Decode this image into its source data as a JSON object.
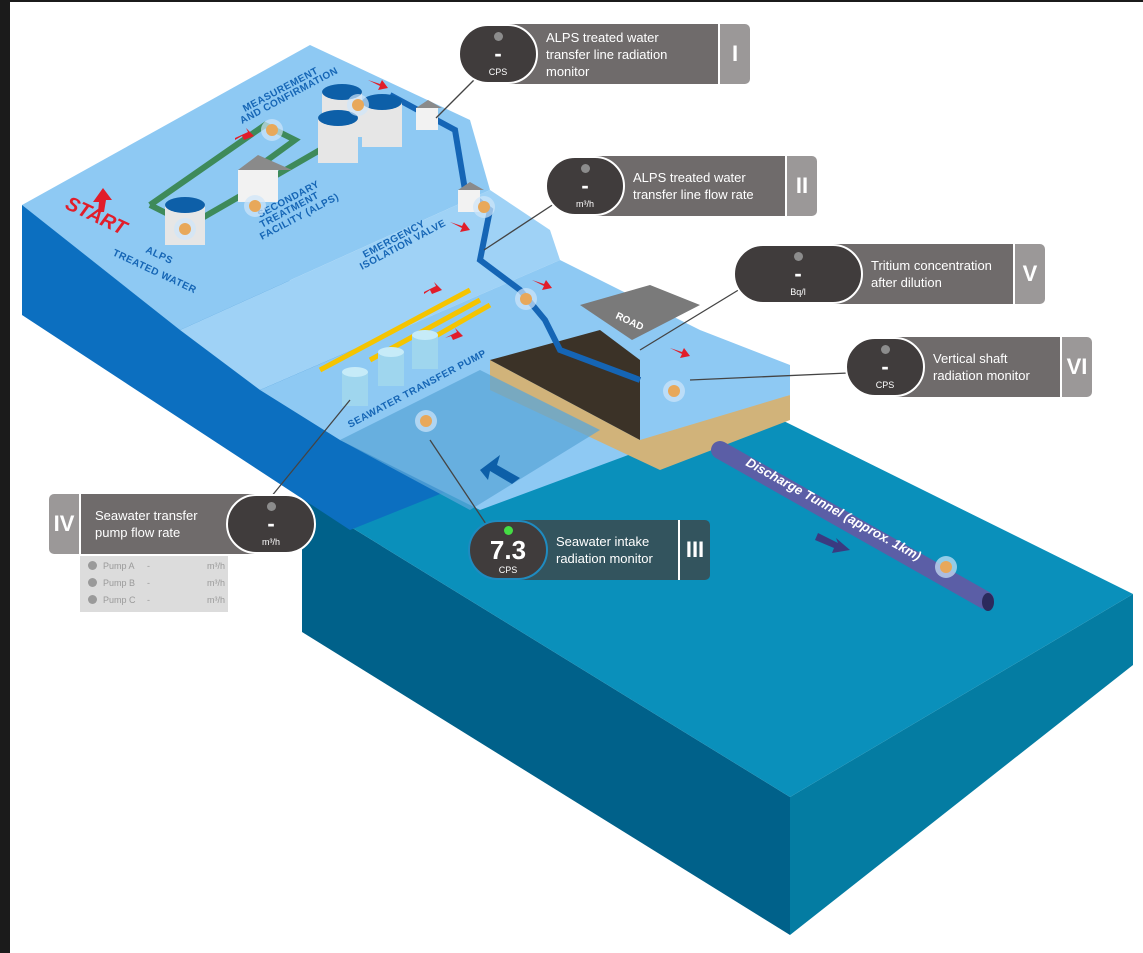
{
  "diagram": {
    "labels": {
      "start": "START",
      "alps_treated_water": [
        "ALPS",
        "TREATED WATER"
      ],
      "measurement": [
        "MEASUREMENT",
        "AND CONFIRMATION"
      ],
      "secondary_treatment": [
        "SECONDARY",
        "TREATMENT",
        "FACILITY (ALPS)"
      ],
      "emergency_valve": [
        "EMERGENCY",
        "ISOLATION VALVE"
      ],
      "seawater_pump": "SEAWATER TRANSFER PUMP",
      "road": "ROAD",
      "discharge_tunnel": "Discharge Tunnel (approx. 1km)"
    },
    "colors": {
      "land_top": "#8ec9f3",
      "land_side": "#0c6fc0",
      "sea_top": "#0a90bb",
      "sea_left": "#00618a",
      "sea_right": "#047ca2",
      "pipe_blue": "#1565b5",
      "pipe_green": "#3e8a5a",
      "pipe_yellow": "#f5c400",
      "arrow_red": "#e11d2a",
      "tunnel": "#5b5ea6",
      "road": "#7a7a7a",
      "sensor": "#e8a85a"
    }
  },
  "monitors": [
    {
      "id": "I",
      "value": "-",
      "unit": "CPS",
      "title": "ALPS treated water transfer line radiation monitor",
      "status": "inactive"
    },
    {
      "id": "II",
      "value": "-",
      "unit": "m³/h",
      "title": "ALPS treated water transfer line flow rate",
      "status": "inactive"
    },
    {
      "id": "III",
      "value": "7.3",
      "unit": "CPS",
      "title": "Seawater intake radiation monitor",
      "status": "active"
    },
    {
      "id": "IV",
      "value": "-",
      "unit": "m³/h",
      "title": "Seawater transfer pump flow rate",
      "status": "inactive"
    },
    {
      "id": "V",
      "value": "-",
      "unit": "Bq/l",
      "title": "Tritium concentration after dilution",
      "status": "inactive"
    },
    {
      "id": "VI",
      "value": "-",
      "unit": "CPS",
      "title": "Vertical shaft radiation monitor",
      "status": "inactive"
    }
  ],
  "pumps": [
    {
      "name": "Pump A",
      "value": "-",
      "unit": "m³/h"
    },
    {
      "name": "Pump B",
      "value": "-",
      "unit": "m³/h"
    },
    {
      "name": "Pump C",
      "value": "-",
      "unit": "m³/h"
    }
  ]
}
